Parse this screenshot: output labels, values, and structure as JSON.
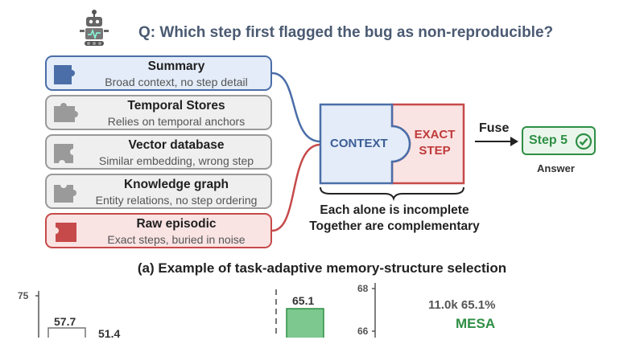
{
  "question": "Q:  Which step first flagged the bug as non-reproducible?",
  "robot_icon": "robot-icon",
  "memory_structures": [
    {
      "title": "Summary",
      "subtitle": "Broad context, no step detail",
      "tone": "blue",
      "color": "#4b6ea8"
    },
    {
      "title": "Temporal Stores",
      "subtitle": "Relies on temporal anchors",
      "tone": "gray",
      "color": "#9a9a9a"
    },
    {
      "title": "Vector database",
      "subtitle": "Similar embedding, wrong step",
      "tone": "gray",
      "color": "#9a9a9a"
    },
    {
      "title": "Knowledge graph",
      "subtitle": "Entity relations, no step ordering",
      "tone": "gray",
      "color": "#9a9a9a"
    },
    {
      "title": "Raw episodic",
      "subtitle": "Exact steps, buried in noise",
      "tone": "red",
      "color": "#c64a4a"
    }
  ],
  "combine": {
    "context_label": "CONTEXT",
    "exact_label_1": "EXACT",
    "exact_label_2": "STEP",
    "fuse_label": "Fuse",
    "answer_value": "Step 5",
    "answer_label": "Answer",
    "note_1": "Each alone is incomplete",
    "note_2": "Together are complementary"
  },
  "caption": "(a) Example of task-adaptive memory-structure selection",
  "colors": {
    "blue": "#4b6ea8",
    "red": "#c64a4a",
    "green": "#2e8f44",
    "gray": "#9a9a9a"
  },
  "chart_data": [
    {
      "type": "bar",
      "y_ticks": [
        "75"
      ],
      "values": [
        57.7,
        51.4
      ],
      "value_labels": [
        "57.7",
        "51.4"
      ]
    },
    {
      "type": "bar",
      "values": [
        65.1
      ],
      "value_labels": [
        "65.1"
      ]
    },
    {
      "type": "scatter",
      "y_ticks": [
        "68",
        "66"
      ],
      "annotation_stats": "11.0k  65.1%",
      "annotation_label": "MESA"
    }
  ]
}
